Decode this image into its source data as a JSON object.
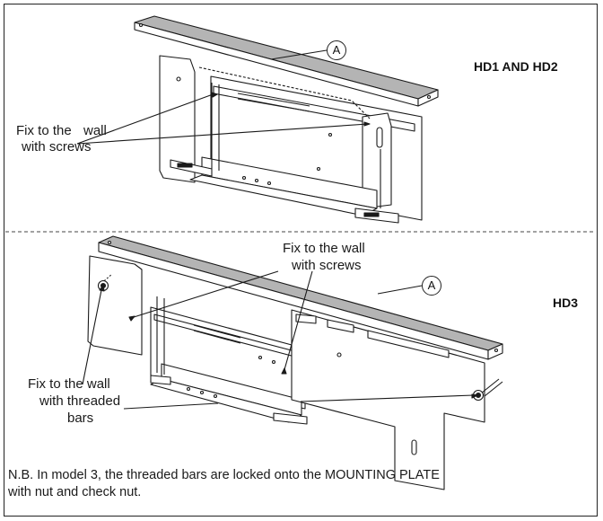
{
  "section_top": {
    "model_label": "HD1 AND HD2",
    "callout": "A",
    "wall_label_line1": "Fix to the",
    "wall_label_line2": "wall",
    "wall_label_line3": "with screws"
  },
  "section_bottom": {
    "model_label": "HD3",
    "callout": "A",
    "screws_label_line1": "Fix to the wall",
    "screws_label_line2": "with screws",
    "bars_label_line1": "Fix to the wall",
    "bars_label_line2": "with threaded",
    "bars_label_line3": "bars"
  },
  "note_line1": "N.B. In model 3, the threaded bars are locked onto the MOUNTING PLATE",
  "note_line2": "with nut and check nut.",
  "colors": {
    "plate_fill": "#b4b4b4",
    "metal_fill": "#ffffff",
    "outline": "#1a1a1a"
  }
}
